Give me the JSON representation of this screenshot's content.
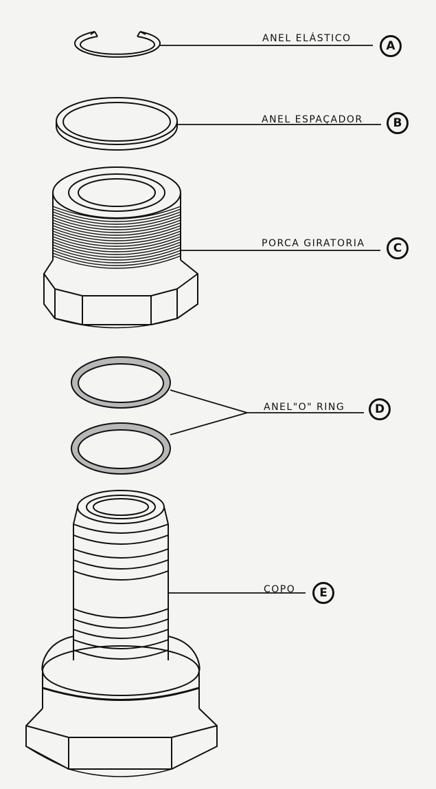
{
  "diagram": {
    "parts": [
      {
        "letter": "A",
        "label": "ANEL ELÁSTICO"
      },
      {
        "letter": "B",
        "label": "ANEL ESPAÇADOR"
      },
      {
        "letter": "C",
        "label": "PORCA GIRATORIA"
      },
      {
        "letter": "D",
        "label": "ANEL\"O\" RING"
      },
      {
        "letter": "E",
        "label": "COPO"
      }
    ],
    "colors": {
      "ink": "#111111",
      "paper": "#f4f4f2",
      "oring_fill": "#b8b8b8"
    }
  }
}
